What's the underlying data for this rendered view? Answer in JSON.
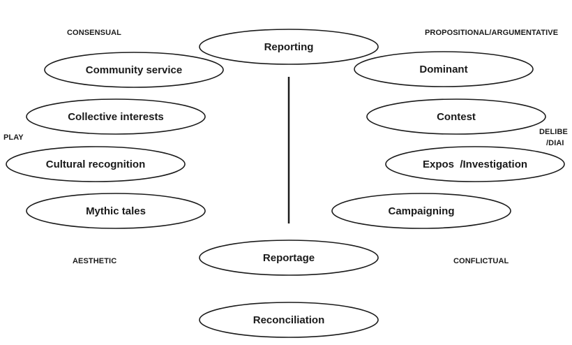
{
  "corner_labels": {
    "top_left": "CONSENSUAL",
    "top_right": "PROPOSITIONAL/ARGUMENTATIVE",
    "bottom_left": "AESTHETIC",
    "bottom_right": "CONFLICTUAL",
    "left_edge": "PLAY",
    "right_edge_line1": "DELIBE",
    "right_edge_line2": "/DIAI"
  },
  "center": {
    "top": "Reporting",
    "middle": "Reportage",
    "bottom": "Reconciliation"
  },
  "left_ovals": [
    "Community service",
    "Collective interests",
    "Cultural recognition",
    "Mythic tales"
  ],
  "right_ovals": [
    "Dominant",
    "Contest",
    "Expos  /Investigation",
    "Campaigning"
  ],
  "colors": {
    "stroke": "#1a1a1a",
    "text": "#1a1a1a",
    "background": "#ffffff"
  }
}
